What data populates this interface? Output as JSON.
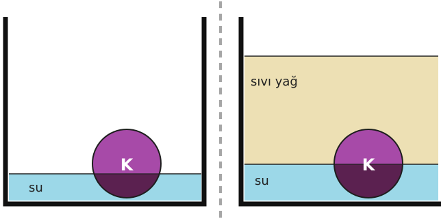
{
  "colors": {
    "water": "#9cd8e8",
    "oil": "#ede0b4",
    "wall": "#111111",
    "divider": "#a6a6a6",
    "ball_top": "#a74aa8",
    "ball_bottom": "#5b2150",
    "ball_outline": "#1e1e1e"
  },
  "left_container": {
    "water_label": "su",
    "ball_label": "K"
  },
  "right_container": {
    "oil_label": "sıvı yağ",
    "water_label": "su",
    "ball_label": "K"
  }
}
